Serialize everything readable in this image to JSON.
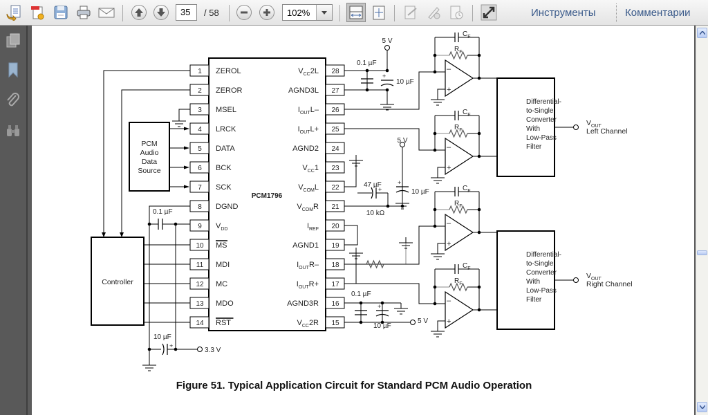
{
  "toolbar": {
    "page_current": "35",
    "page_total": "/  58",
    "zoom_level": "102%",
    "tools_label": "Инструменты",
    "comments_label": "Комментарии",
    "buttons": [
      "open-file",
      "create-pdf",
      "save",
      "print",
      "email",
      "previous-page",
      "next-page",
      "zoom-out",
      "zoom-in",
      "fit-width",
      "fit-page",
      "sign",
      "fill-sign",
      "read-time",
      "full-screen"
    ]
  },
  "nav_pane": {
    "items": [
      "pages",
      "bookmarks",
      "attachments",
      "search"
    ]
  },
  "figure": {
    "caption": "Figure 51. Typical Application Circuit for Standard PCM Audio Operation",
    "chip_name": "PCM1796",
    "left_pins": [
      {
        "num": "1",
        "name": "ZEROL"
      },
      {
        "num": "2",
        "name": "ZEROR"
      },
      {
        "num": "3",
        "name": "MSEL"
      },
      {
        "num": "4",
        "name": "LRCK"
      },
      {
        "num": "5",
        "name": "DATA"
      },
      {
        "num": "6",
        "name": "BCK"
      },
      {
        "num": "7",
        "name": "SCK"
      },
      {
        "num": "8",
        "name": "DGND"
      },
      {
        "num": "9",
        "name": "V",
        "sub": "DD",
        "suffix": ""
      },
      {
        "num": "10",
        "name": "MS",
        "overline": true
      },
      {
        "num": "11",
        "name": "MDI"
      },
      {
        "num": "12",
        "name": "MC"
      },
      {
        "num": "13",
        "name": "MDO"
      },
      {
        "num": "14",
        "name": "RST",
        "overline": true
      }
    ],
    "right_pins": [
      {
        "num": "28",
        "name": "V",
        "sub": "CC",
        "suffix": "2L"
      },
      {
        "num": "27",
        "name": "AGND3L"
      },
      {
        "num": "26",
        "name": "I",
        "sub": "OUT",
        "suffix": "L–"
      },
      {
        "num": "25",
        "name": "I",
        "sub": "OUT",
        "suffix": "L+"
      },
      {
        "num": "24",
        "name": "AGND2"
      },
      {
        "num": "23",
        "name": "V",
        "sub": "CC",
        "suffix": "1"
      },
      {
        "num": "22",
        "name": "V",
        "sub": "COM",
        "suffix": "L"
      },
      {
        "num": "21",
        "name": "V",
        "sub": "COM",
        "suffix": "R"
      },
      {
        "num": "20",
        "name": "I",
        "sub": "REF",
        "suffix": ""
      },
      {
        "num": "19",
        "name": "AGND1"
      },
      {
        "num": "18",
        "name": "I",
        "sub": "OUT",
        "suffix": "R–"
      },
      {
        "num": "17",
        "name": "I",
        "sub": "OUT",
        "suffix": "R+"
      },
      {
        "num": "16",
        "name": "AGND3R"
      },
      {
        "num": "15",
        "name": "V",
        "sub": "CC",
        "suffix": "2R"
      }
    ],
    "pcm_source": [
      "PCM",
      "Audio",
      "Data",
      "Source"
    ],
    "controller": "Controller",
    "converter": [
      "Differential-",
      "to-Single",
      "Converter",
      "With",
      "Low-Pass",
      "Filter"
    ],
    "vout_left": {
      "main": "V",
      "sub": "OUT",
      "channel": "Left Channel"
    },
    "vout_right": {
      "main": "V",
      "sub": "OUT",
      "channel": "Right Channel"
    },
    "labels": {
      "v5": "5 V",
      "v33": "3.3 V",
      "c01": "0.1 µF",
      "c10": "10 µF",
      "c47": "47 µF",
      "r10k": "10 kΩ",
      "cf_main": "C",
      "cf_sub": "F",
      "rf_main": "R",
      "rf_sub": "F",
      "plus": "+",
      "minus": "–"
    }
  }
}
